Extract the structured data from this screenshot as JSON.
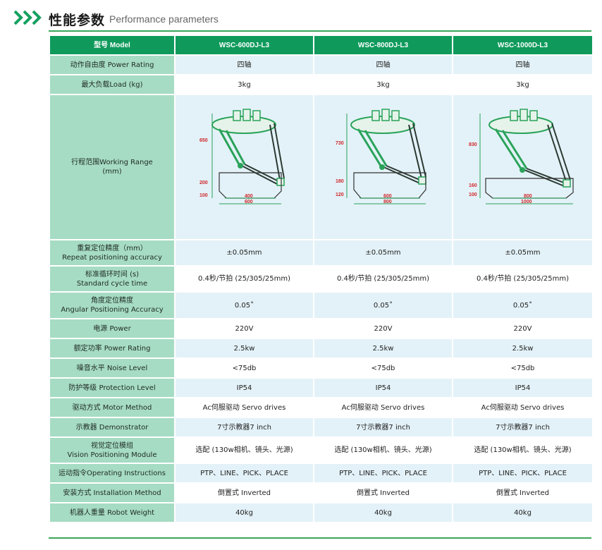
{
  "header": {
    "title": "性能参数",
    "subtitle": "Performance parameters"
  },
  "table": {
    "label_header": "型号 Model",
    "models": [
      "WSC-600DJ-L3",
      "WSC-800DJ-L3",
      "WSC-1000D-L3"
    ],
    "rows": {
      "dof": {
        "label": "动作自由度 Power Rating",
        "values": [
          "四轴",
          "四轴",
          "四轴"
        ]
      },
      "load": {
        "label": "最大负载Load (kg)",
        "values": [
          "3kg",
          "3kg",
          "3kg"
        ]
      },
      "range": {
        "label_l1": "行程范围Working Range",
        "label_l2": "(mm)"
      },
      "repeat": {
        "label_l1": "重复定位精度（mm）",
        "label_l2": "Repeat positioning accuracy",
        "values": [
          "±0.05mm",
          "±0.05mm",
          "±0.05mm"
        ]
      },
      "cycle": {
        "label_l1": "标准循环时间 (s)",
        "label_l2": "Standard cycle time",
        "values": [
          "0.4秒/节拍 (25/305/25mm)",
          "0.4秒/节拍 (25/305/25mm)",
          "0.4秒/节拍 (25/305/25mm)"
        ]
      },
      "angular": {
        "label_l1": "角度定位精度",
        "label_l2": "Angular Positioning Accuracy",
        "values": [
          "0.05˚",
          "0.05˚",
          "0.05˚"
        ]
      },
      "power": {
        "label": "电源 Power",
        "values": [
          "220V",
          "220V",
          "220V"
        ]
      },
      "rated": {
        "label": "额定功率 Power Rating",
        "values": [
          "2.5kw",
          "2.5kw",
          "2.5kw"
        ]
      },
      "noise": {
        "label": "噪音水平 Noise Level",
        "values": [
          "<75db",
          "<75db",
          "<75db"
        ]
      },
      "protect": {
        "label": "防护等级 Protection Level",
        "values": [
          "IP54",
          "IP54",
          "IP54"
        ]
      },
      "motor": {
        "label": "驱动方式 Motor Method",
        "values": [
          "Ac伺服驱动 Servo drives",
          "Ac伺服驱动 Servo drives",
          "Ac伺服驱动 Servo drives"
        ]
      },
      "demo": {
        "label": "示教器 Demonstrator",
        "values": [
          "7寸示教器7 inch",
          "7寸示教器7 inch",
          "7寸示教器7 inch"
        ]
      },
      "vision": {
        "label_l1": "视觉定位模组",
        "label_l2": "Vision Positioning Module",
        "values": [
          "选配 (130w相机、镜头、光源)",
          "选配 (130w相机、镜头、光源)",
          "选配 (130w相机、镜头、光源)"
        ]
      },
      "instr": {
        "label": "运动指令Operating Instructions",
        "values": [
          "PTP、LINE、PICK、PLACE",
          "PTP、LINE、PICK、PLACE",
          "PTP、LINE、PICK、PLACE"
        ]
      },
      "install": {
        "label": "安装方式 Installation Method",
        "values": [
          "倒置式 Inverted",
          "倒置式 Inverted",
          "倒置式 Inverted"
        ]
      },
      "weight": {
        "label": "机器人重量 Robot Weight",
        "values": [
          "40kg",
          "40kg",
          "40kg"
        ]
      }
    },
    "diagrams": [
      {
        "height": "650",
        "mid": "200",
        "low": "100",
        "inner": "400",
        "outer": "600"
      },
      {
        "height": "730",
        "mid": "180",
        "low": "120",
        "inner": "600",
        "outer": "800"
      },
      {
        "height": "830",
        "mid": "160",
        "low": "100",
        "inner": "800",
        "outer": "1000"
      }
    ]
  },
  "colors": {
    "header_bg": "#0f9a5c",
    "label_bg": "#a6dcc3",
    "value_bg_alt": "#e3f2f8",
    "accent_line": "#3aa65a",
    "dimension_red": "#d0262a",
    "robot_green": "#2aa35a"
  }
}
